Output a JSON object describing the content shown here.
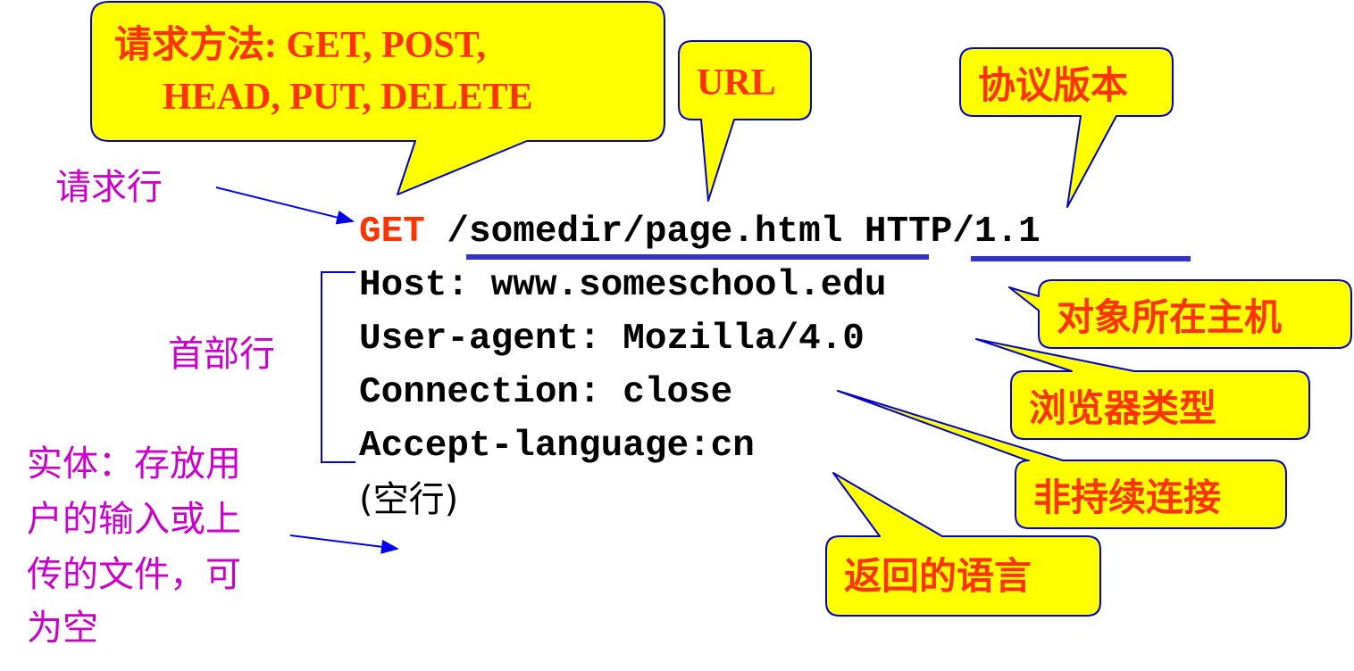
{
  "callouts": {
    "method": {
      "line1": "请求方法: GET, POST,",
      "line2": "HEAD, PUT, DELETE"
    },
    "url": "URL",
    "version": "协议版本",
    "host": "对象所在主机",
    "browser": "浏览器类型",
    "connection": "非持续连接",
    "language": "返回的语言"
  },
  "request": {
    "method": "GET",
    "url": "/somedir/page.html",
    "version": "HTTP/1.1",
    "headers": [
      "Host: www.someschool.edu",
      "User-agent: Mozilla/4.0",
      "Connection: close",
      "Accept-language:cn"
    ],
    "blank_line": "(空行)"
  },
  "labels": {
    "request_line": "请求行",
    "header_lines": "首部行",
    "entity": [
      "实体：存放用",
      "户的输入或上",
      "传的文件，可",
      "为空"
    ]
  },
  "colors": {
    "callout_fill": "#FFFF00",
    "callout_border": "#0000CC",
    "accent_red": "#FF3300",
    "label_magenta": "#CC00CC",
    "underline_blue": "#3333CC"
  }
}
